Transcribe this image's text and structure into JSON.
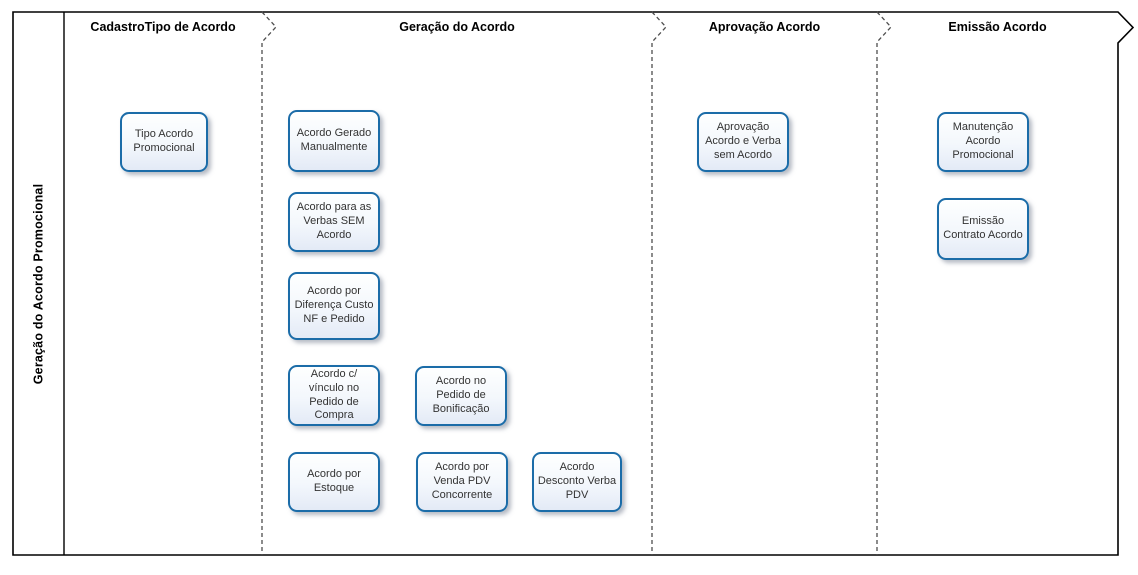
{
  "diagram": {
    "side_label": "Geração do Acordo Promocional",
    "lane_headers": [
      "CadastroTipo de Acordo",
      "Geração do Acordo",
      "Aprovação Acordo",
      "Emissão Acordo"
    ],
    "nodes": [
      {
        "lane": "CadastroTipo de Acordo",
        "label": "Tipo Acordo Promocional"
      },
      {
        "lane": "Geração do Acordo",
        "label": "Acordo Gerado Manualmente"
      },
      {
        "lane": "Geração do Acordo",
        "label": "Acordo para as Verbas SEM Acordo"
      },
      {
        "lane": "Geração do Acordo",
        "label": "Acordo por Diferença Custo NF e Pedido"
      },
      {
        "lane": "Geração do Acordo",
        "label": "Acordo c/ vínculo no Pedido de Compra"
      },
      {
        "lane": "Geração do Acordo",
        "label": "Acordo por Estoque"
      },
      {
        "lane": "Geração do Acordo",
        "label": "Acordo no Pedido de Bonificação"
      },
      {
        "lane": "Geração do Acordo",
        "label": "Acordo por Venda PDV Concorrente"
      },
      {
        "lane": "Geração do Acordo",
        "label": "Acordo Desconto Verba PDV"
      },
      {
        "lane": "Aprovação Acordo",
        "label": "Aprovação Acordo e Verba sem Acordo"
      },
      {
        "lane": "Emissão Acordo",
        "label": "Manutenção Acordo Promocional"
      },
      {
        "lane": "Emissão Acordo",
        "label": "Emissão Contrato Acordo"
      }
    ],
    "colors": {
      "node_border": "#1b6ca8",
      "node_fill_top": "#feffff",
      "node_fill_bottom": "#e3eaf6",
      "node_text": "#333333",
      "frame_line": "#000000",
      "divider_line": "#4d4d4d"
    }
  }
}
